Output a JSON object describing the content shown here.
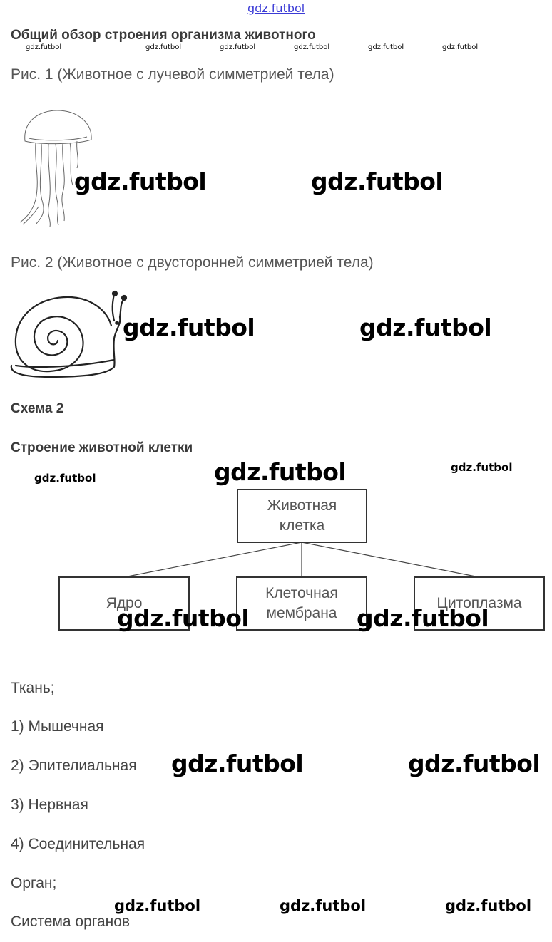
{
  "watermark": {
    "text": "gdz.futbol"
  },
  "header": {
    "title": "Общий обзор строения организма животного"
  },
  "figures": {
    "fig1_caption": "Рис. 1 (Животное с лучевой симметрией тела)",
    "fig1_icon": "jellyfish-drawing",
    "fig2_caption": "Рис. 2 (Животное с двусторонней симметрией тела)",
    "fig2_icon": "snail-drawing"
  },
  "scheme": {
    "label": "Схема 2",
    "title": "Строение животной клетки",
    "root_line1": "Животная",
    "root_line2": "клетка",
    "child1": "Ядро",
    "child2_line1": "Клеточная",
    "child2_line2": "мембрана",
    "child3": "Цитоплазма"
  },
  "tissues": {
    "heading": "Ткань;",
    "items": [
      "1) Мышечная",
      "2) Эпителиальная",
      "3) Нервная",
      "4) Соединительная"
    ]
  },
  "organ": "Орган;",
  "organ_system": "Система органов"
}
